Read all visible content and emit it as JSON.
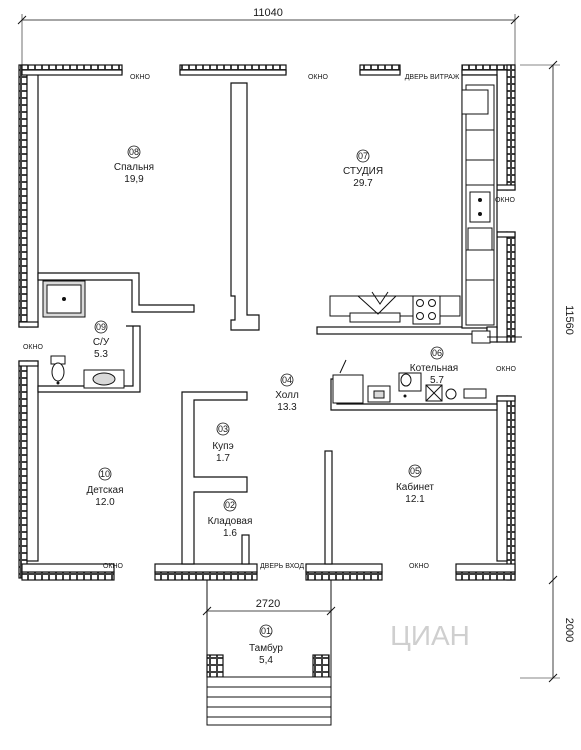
{
  "dimensions": {
    "overall_width": "11040",
    "overall_depth": "11560",
    "vestibule_width": "2720",
    "vestibule_depth": "2000"
  },
  "rooms": [
    {
      "num": "01",
      "name": "Тамбур",
      "area": "5,4"
    },
    {
      "num": "02",
      "name": "Кладовая",
      "area": "1.6"
    },
    {
      "num": "03",
      "name": "Купэ",
      "area": "1.7"
    },
    {
      "num": "04",
      "name": "Холл",
      "area": "13.3"
    },
    {
      "num": "05",
      "name": "Кабинет",
      "area": "12.1"
    },
    {
      "num": "06",
      "name": "Котельная",
      "area": "5.7"
    },
    {
      "num": "07",
      "name": "СТУДИЯ",
      "area": "29.7"
    },
    {
      "num": "08",
      "name": "Спальня",
      "area": "19,9"
    },
    {
      "num": "09",
      "name": "С/У",
      "area": "5.3"
    },
    {
      "num": "10",
      "name": "Детская",
      "area": "12.0"
    }
  ],
  "openings": {
    "window": "окно",
    "window_upper": "ОКНО",
    "door_glazed": "ДВЕРЬ ВИТРАЖ",
    "door_entrance": "ДВЕРЬ ВХОД"
  },
  "watermark": "ЦИАН"
}
